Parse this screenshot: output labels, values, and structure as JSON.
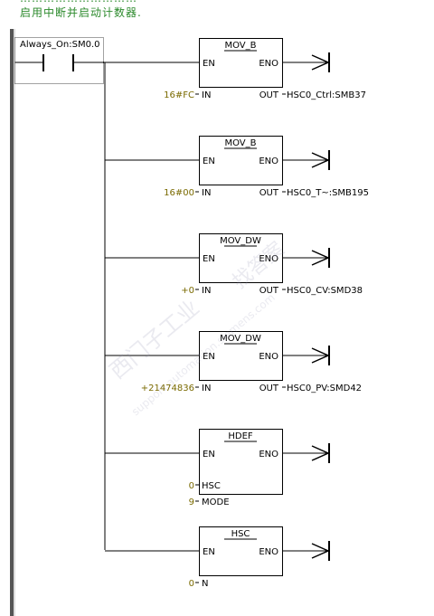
{
  "network_comment": {
    "line1": "启用中断并启动计数器.",
    "top_partial": "…………………………"
  },
  "contact": {
    "label": "Always_On:SM0.0"
  },
  "boxes": [
    {
      "title": "MOV_B",
      "enable_in": "EN",
      "enable_out": "ENO",
      "inputs": [
        {
          "pin": "IN",
          "value": "16#FC"
        }
      ],
      "outputs": [
        {
          "pin": "OUT",
          "value": "HSC0_Ctrl:SMB37"
        }
      ]
    },
    {
      "title": "MOV_B",
      "enable_in": "EN",
      "enable_out": "ENO",
      "inputs": [
        {
          "pin": "IN",
          "value": "16#00"
        }
      ],
      "outputs": [
        {
          "pin": "OUT",
          "value": "HSC0_T~:SMB195"
        }
      ]
    },
    {
      "title": "MOV_DW",
      "enable_in": "EN",
      "enable_out": "ENO",
      "inputs": [
        {
          "pin": "IN",
          "value": "+0"
        }
      ],
      "outputs": [
        {
          "pin": "OUT",
          "value": "HSC0_CV:SMD38"
        }
      ]
    },
    {
      "title": "MOV_DW",
      "enable_in": "EN",
      "enable_out": "ENO",
      "inputs": [
        {
          "pin": "IN",
          "value": "+21474836"
        }
      ],
      "outputs": [
        {
          "pin": "OUT",
          "value": "HSC0_PV:SMD42"
        }
      ]
    },
    {
      "title": "HDEF",
      "enable_in": "EN",
      "enable_out": "ENO",
      "inputs": [
        {
          "pin": "HSC",
          "value": "0"
        },
        {
          "pin": "MODE",
          "value": "9"
        }
      ],
      "outputs": []
    },
    {
      "title": "HSC",
      "enable_in": "EN",
      "enable_out": "ENO",
      "inputs": [
        {
          "pin": "N",
          "value": "0"
        }
      ],
      "outputs": []
    }
  ],
  "watermark": {
    "text1": "西门子工业",
    "text2": "support.automation.siemens.com",
    "text3": "找答案"
  },
  "colors": {
    "comment": "#2c8a2c",
    "operand": "#7a6a00",
    "wire": "#000000",
    "rail": "#555555"
  }
}
